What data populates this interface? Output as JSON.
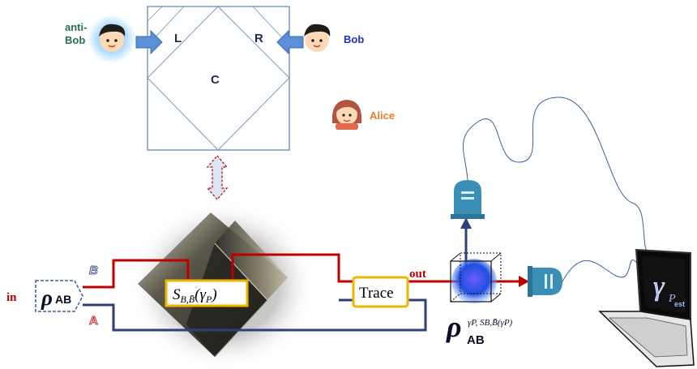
{
  "top": {
    "anti_bob": [
      "anti-",
      "Bob"
    ],
    "bob": "Bob",
    "alice": "Alice",
    "port_left": "L",
    "port_right": "R",
    "port_center": "C"
  },
  "circuit": {
    "in_label": "in",
    "rho": "ρ",
    "rho_sub": "AB",
    "line_b": "B",
    "line_a": "A",
    "s_main": "S",
    "s_sub": "B,B̄",
    "s_arg_open": "(γ",
    "s_arg_sub": "P",
    "s_arg_close": ")",
    "trace": "Trace",
    "out_label": "out"
  },
  "output_state": {
    "rho": "ρ",
    "sub": "AB",
    "sup": "γP, SB,B̄(γP)"
  },
  "laptop": {
    "gamma": "γ",
    "sub_p": "P",
    "sub_est": "est"
  },
  "colors": {
    "red_line": "#c00000",
    "blue_line": "#2f3f7a",
    "trace_border": "#f0b400",
    "detector": "#3b8fb5",
    "screen": "#0a0a0a"
  }
}
